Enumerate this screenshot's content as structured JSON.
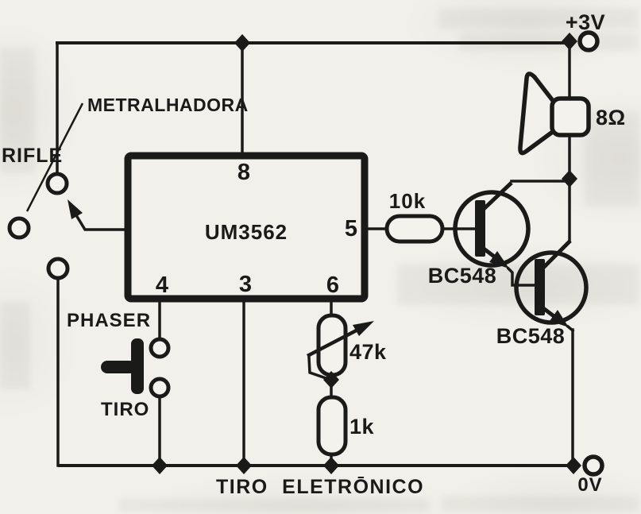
{
  "colors": {
    "ink": "#1a1a18",
    "paper": "#f1f0ea"
  },
  "power": {
    "supply": "+3V",
    "ground": "0V"
  },
  "ic": {
    "name": "UM3562",
    "pin_top": "8",
    "pin_right": "5",
    "pin_bottom_left": "4",
    "pin_bottom_center": "3",
    "pin_bottom_right": "6"
  },
  "resistors": {
    "base": "10k",
    "trimmer": "47k",
    "oscillator": "1k"
  },
  "transistors": {
    "q1": "BC548",
    "q2": "BC548"
  },
  "speaker": {
    "impedance": "8Ω"
  },
  "selector": {
    "machine_gun": "METRALHADORA",
    "rifle": "RIFLE",
    "phaser": "PHASER"
  },
  "button": {
    "label": "TIRO"
  },
  "caption": "TIRO ELETRŌNICO"
}
